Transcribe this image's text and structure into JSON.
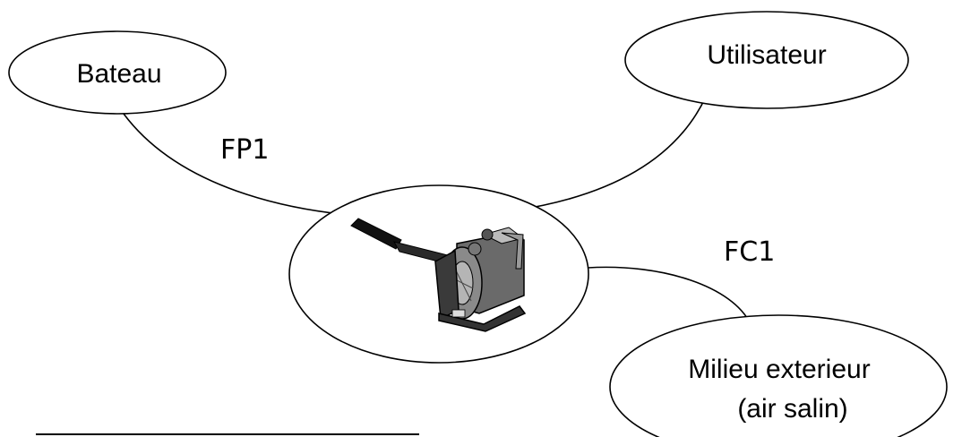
{
  "nodes": {
    "bateau": "Bateau",
    "utilisateur": "Utilisateur",
    "milieu_line1": "Milieu exterieur",
    "milieu_line2": "(air salin)"
  },
  "functions": {
    "fp1": "FP1",
    "fc1": "FC1"
  },
  "center_icon": "hand-winch-icon"
}
